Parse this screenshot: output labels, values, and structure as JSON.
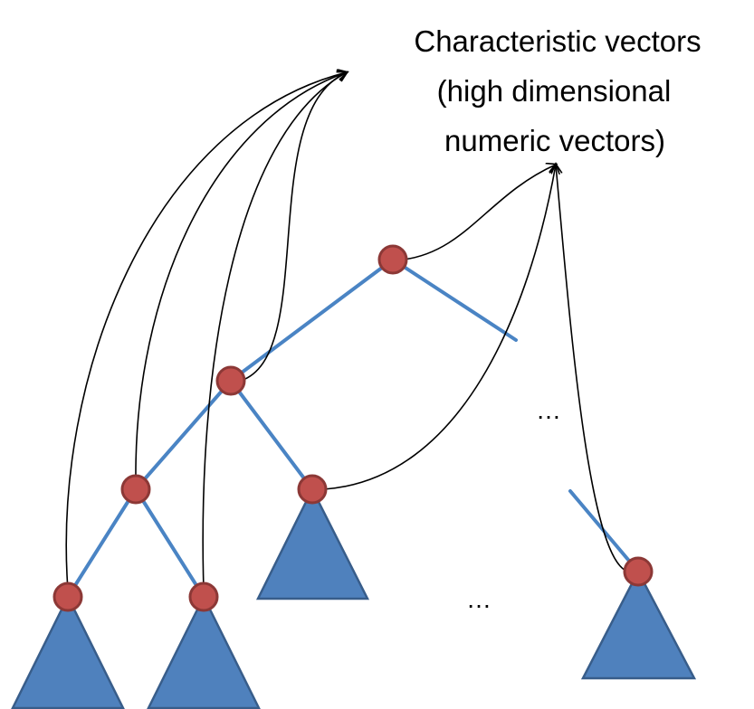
{
  "labels": {
    "characteristic_line1": "Characteristic vectors",
    "characteristic_line2": "(high dimensional",
    "characteristic_line3": "numeric vectors)"
  },
  "ellipses": {
    "right_branch": "…",
    "bottom_middle": "…"
  },
  "colors": {
    "node_fill": "#c0504d",
    "subtree_fill": "#4f81bd",
    "edge": "#4a84c4",
    "arrow": "#000000"
  }
}
